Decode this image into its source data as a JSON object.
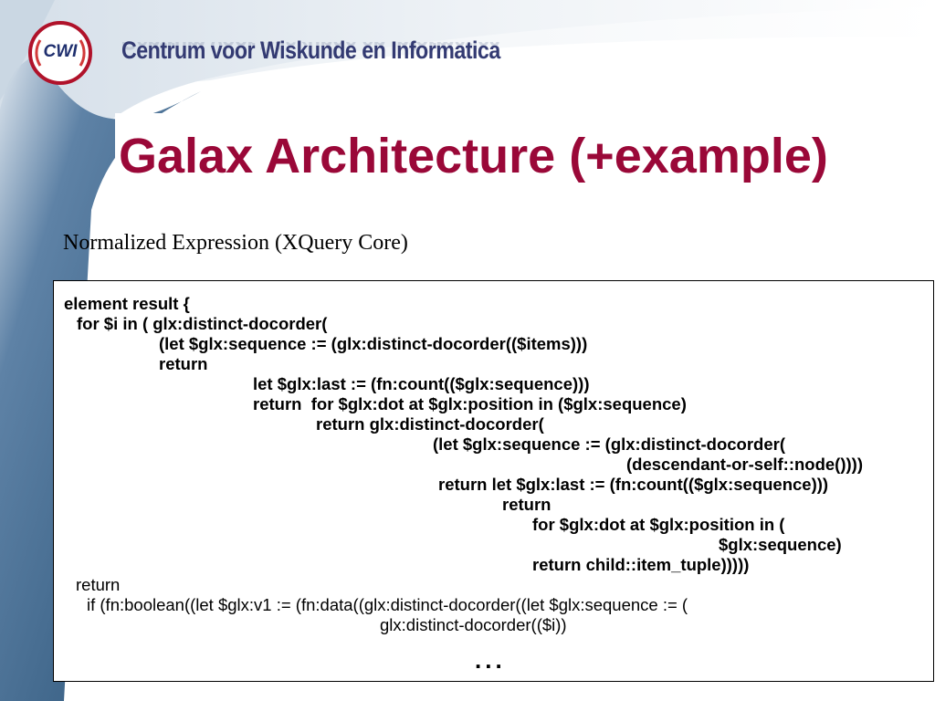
{
  "header": {
    "logo_text": "CWI",
    "organization": "Centrum voor Wiskunde en Informatica"
  },
  "slide": {
    "title": "Galax Architecture (+example)",
    "subtitle": "Normalized Expression (XQuery Core)"
  },
  "code": {
    "lines": [
      "element result {",
      "for $i in ( glx:distinct-docorder(",
      "(let $glx:sequence := (glx:distinct-docorder(($items)))",
      "return",
      "let $glx:last := (fn:count(($glx:sequence)))",
      "return  for $glx:dot at $glx:position in ($glx:sequence)",
      "return glx:distinct-docorder(",
      "(let $glx:sequence := (glx:distinct-docorder(",
      "(descendant-or-self::node())))",
      "return let $glx:last := (fn:count(($glx:sequence)))",
      "return",
      "for $glx:dot at $glx:position in (",
      "$glx:sequence)",
      "return child::item_tuple)))))",
      "return",
      "if (fn:boolean((let $glx:v1 := (fn:data((glx:distinct-docorder((let $glx:sequence := (",
      "glx:distinct-docorder(($i))"
    ],
    "ellipsis": "..."
  },
  "colors": {
    "title": "#9a0838",
    "org_name": "#333a72",
    "background_blue": "#4a6e94"
  }
}
